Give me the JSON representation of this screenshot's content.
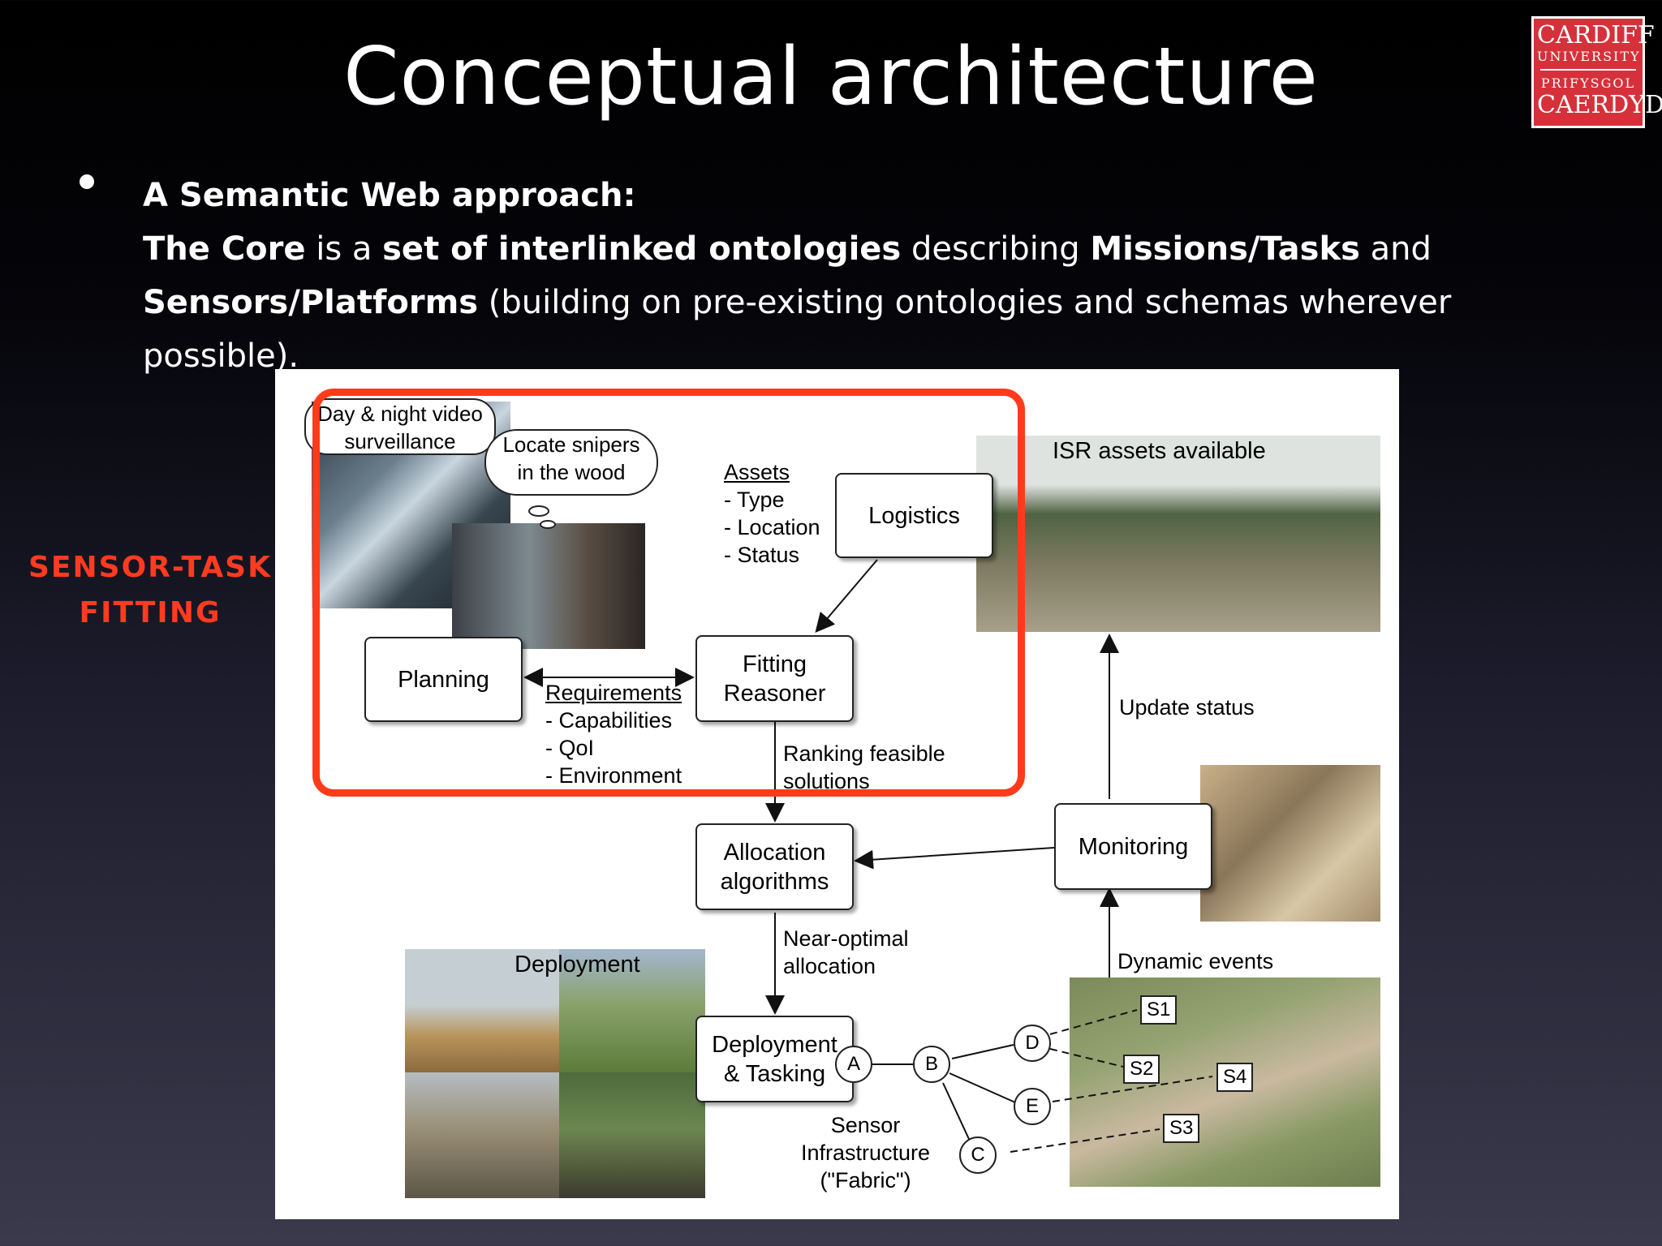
{
  "slide": {
    "title": "Conceptual architecture",
    "logo": {
      "line1": "CARDIFF",
      "line2": "UNIVERSITY",
      "line3": "PRIFYSGOL",
      "line4": "CAERDYD"
    },
    "side_label_1": "SENSOR-TASK",
    "side_label_2": "FITTING",
    "bullet": {
      "lead": "A Semantic Web approach:",
      "p1": "The Core",
      "p2": " is a ",
      "p3": "set of interlinked ontologies",
      "p4": " describing ",
      "p5": "Missions/Tasks",
      "p6": " and ",
      "p7": "Sensors/Platforms",
      "p8": " (building on pre-existing ontologies and schemas wherever possible)."
    }
  },
  "diagram": {
    "bubble_video_1": "Day & night video",
    "bubble_video_2": "surveillance",
    "bubble_snipers_1": "Locate snipers",
    "bubble_snipers_2": "in the wood",
    "assets_title": "Assets",
    "assets_items": [
      "- Type",
      "- Location",
      "- Status"
    ],
    "logistics": "Logistics",
    "planning": "Planning",
    "fitting_reasoner_1": "Fitting",
    "fitting_reasoner_2": "Reasoner",
    "requirements_title": "Requirements",
    "requirements_items": [
      "- Capabilities",
      "- QoI",
      "- Environment"
    ],
    "ranking_1": "Ranking feasible",
    "ranking_2": "solutions",
    "isr_title": "ISR assets available",
    "update_status": "Update status",
    "monitoring": "Monitoring",
    "allocation_1": "Allocation",
    "allocation_2": "algorithms",
    "near_optimal_1": "Near-optimal",
    "near_optimal_2": "allocation",
    "dynamic_events": "Dynamic events",
    "deployment_label": "Deployment",
    "deploy_tasking_1": "Deployment",
    "deploy_tasking_2": "& Tasking",
    "sensor_infra_1": "Sensor",
    "sensor_infra_2": "Infrastructure",
    "sensor_infra_3": "(\"Fabric\")",
    "fabric_nodes": [
      "A",
      "B",
      "C",
      "D",
      "E"
    ],
    "sensors": [
      "S1",
      "S2",
      "S3",
      "S4"
    ]
  },
  "colors": {
    "accent_red": "#ff3b1c",
    "logo_red": "#d6313b"
  }
}
